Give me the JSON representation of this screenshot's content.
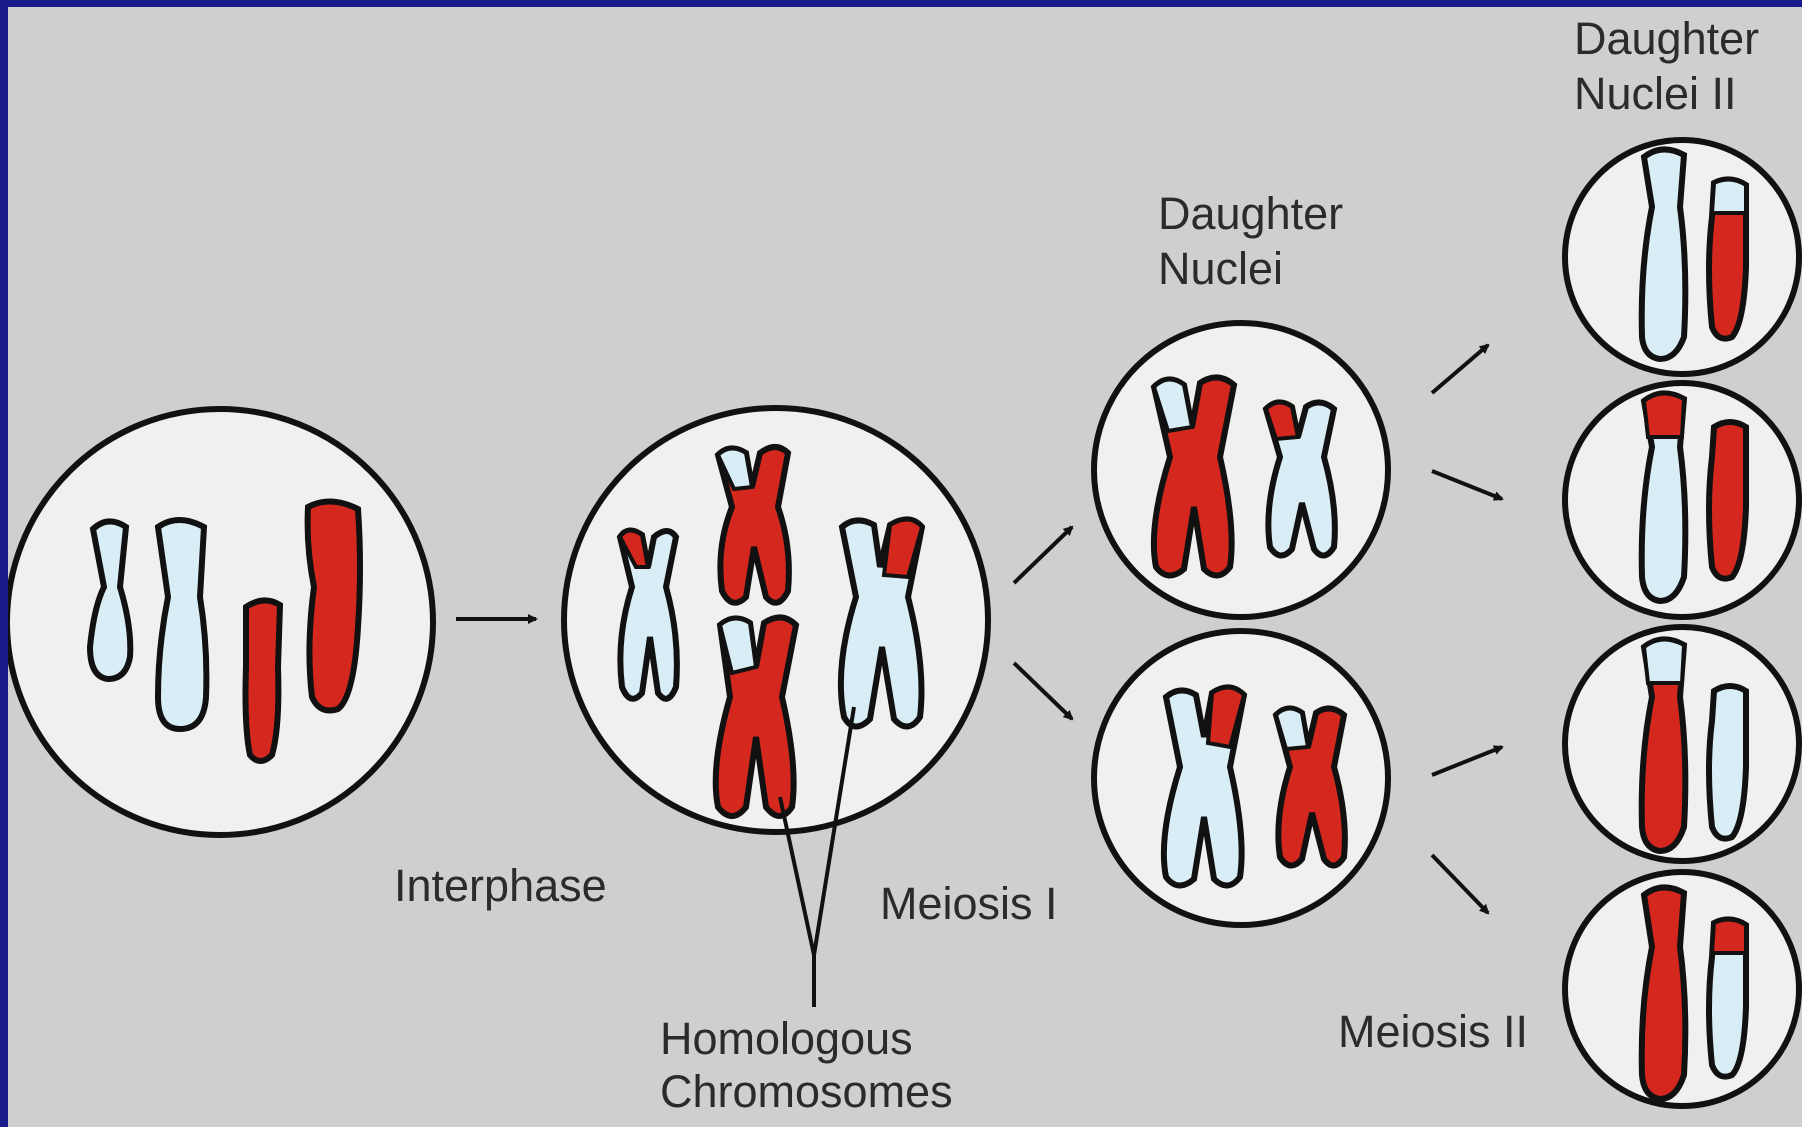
{
  "labels": {
    "interphase": "Interphase",
    "homologous_1": "Homologous",
    "homologous_2": "Chromosomes",
    "meiosis_1": "Meiosis I",
    "daughter_nuclei_1": "Daughter",
    "daughter_nuclei_2": "Nuclei",
    "daughter_nuclei_ii_1": "Daughter",
    "daughter_nuclei_ii_2": "Nuclei II",
    "meiosis_2": "Meiosis II"
  },
  "colors": {
    "frame": "#1a1a8c",
    "background": "#cfcfcf",
    "cell_fill": "#f2f0ee",
    "maternal": "#d4281f",
    "paternal": "#d8edf5",
    "outline": "#111111"
  }
}
